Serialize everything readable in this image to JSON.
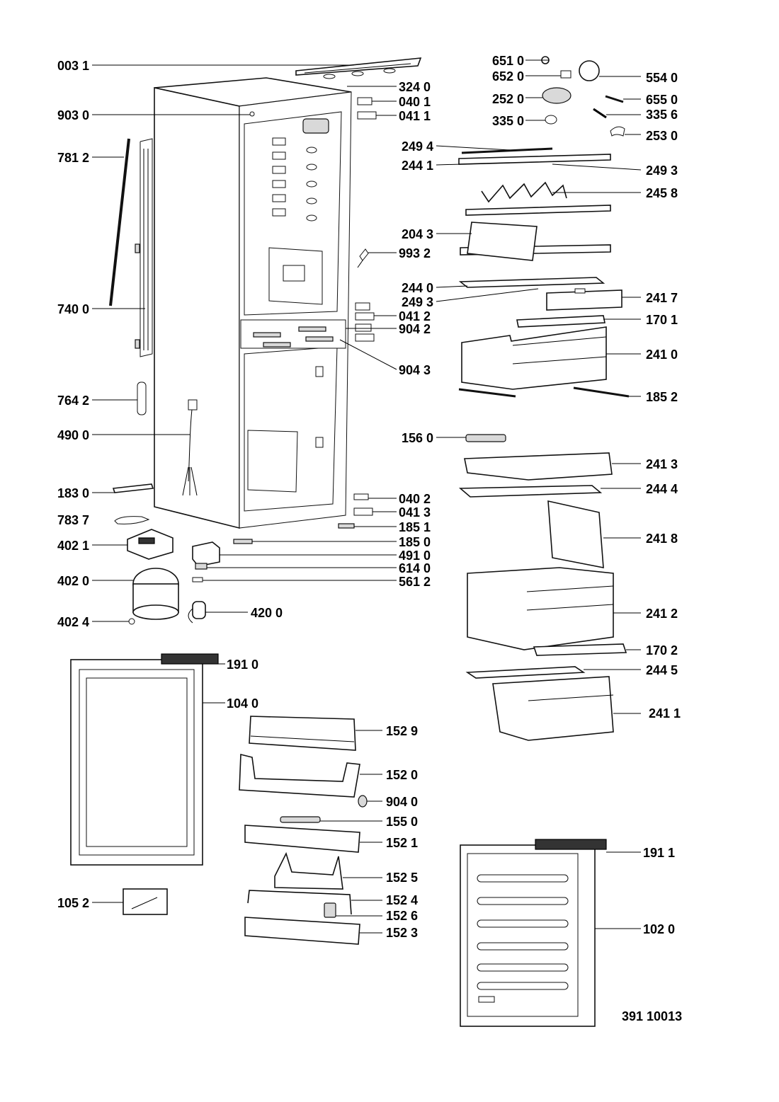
{
  "drawing_number": "391 10013",
  "labels": {
    "p0031": "003 1",
    "p3240": "324 0",
    "p0401": "040 1",
    "p0411": "041 1",
    "p9030": "903 0",
    "p7812": "781 2",
    "p7400": "740 0",
    "p7642": "764 2",
    "p4900": "490 0",
    "p1830": "183 0",
    "p7837": "783 7",
    "p4021": "402 1",
    "p4020": "402 0",
    "p4024": "402 4",
    "p6510": "651 0",
    "p6520": "652 0",
    "p5540": "554 0",
    "p2520": "252 0",
    "p6550": "655 0",
    "p3350": "335 0",
    "p3356": "335 6",
    "p2530": "253 0",
    "p2494": "249 4",
    "p2441": "244 1",
    "p2493a": "249 3",
    "p2458": "245 8",
    "p2043": "204 3",
    "p9932": "993 2",
    "p2440": "244 0",
    "p2493b": "249 3",
    "p0412": "041 2",
    "p9042a": "904 2",
    "p2417": "241 7",
    "p1701": "170 1",
    "p2410": "241 0",
    "p9043": "904 3",
    "p1852": "185 2",
    "p1560": "156 0",
    "p2413": "241 3",
    "p2444": "244 4",
    "p0402": "040 2",
    "p0413": "041 3",
    "p1851": "185 1",
    "p1850": "185 0",
    "p4910": "491 0",
    "p6140": "614 0",
    "p5612": "561 2",
    "p4200": "420 0",
    "p2418": "241 8",
    "p2412": "241 2",
    "p1702": "170 2",
    "p2445": "244 5",
    "p2411": "241 1",
    "p1910": "191 0",
    "p1040": "104 0",
    "p1529": "152 9",
    "p1520": "152 0",
    "p9040": "904 0",
    "p1550": "155 0",
    "p1521": "152 1",
    "p1525": "152 5",
    "p1524": "152 4",
    "p1526": "152 6",
    "p1523": "152 3",
    "p1052": "105 2",
    "p1911": "191 1",
    "p1020": "102 0"
  }
}
